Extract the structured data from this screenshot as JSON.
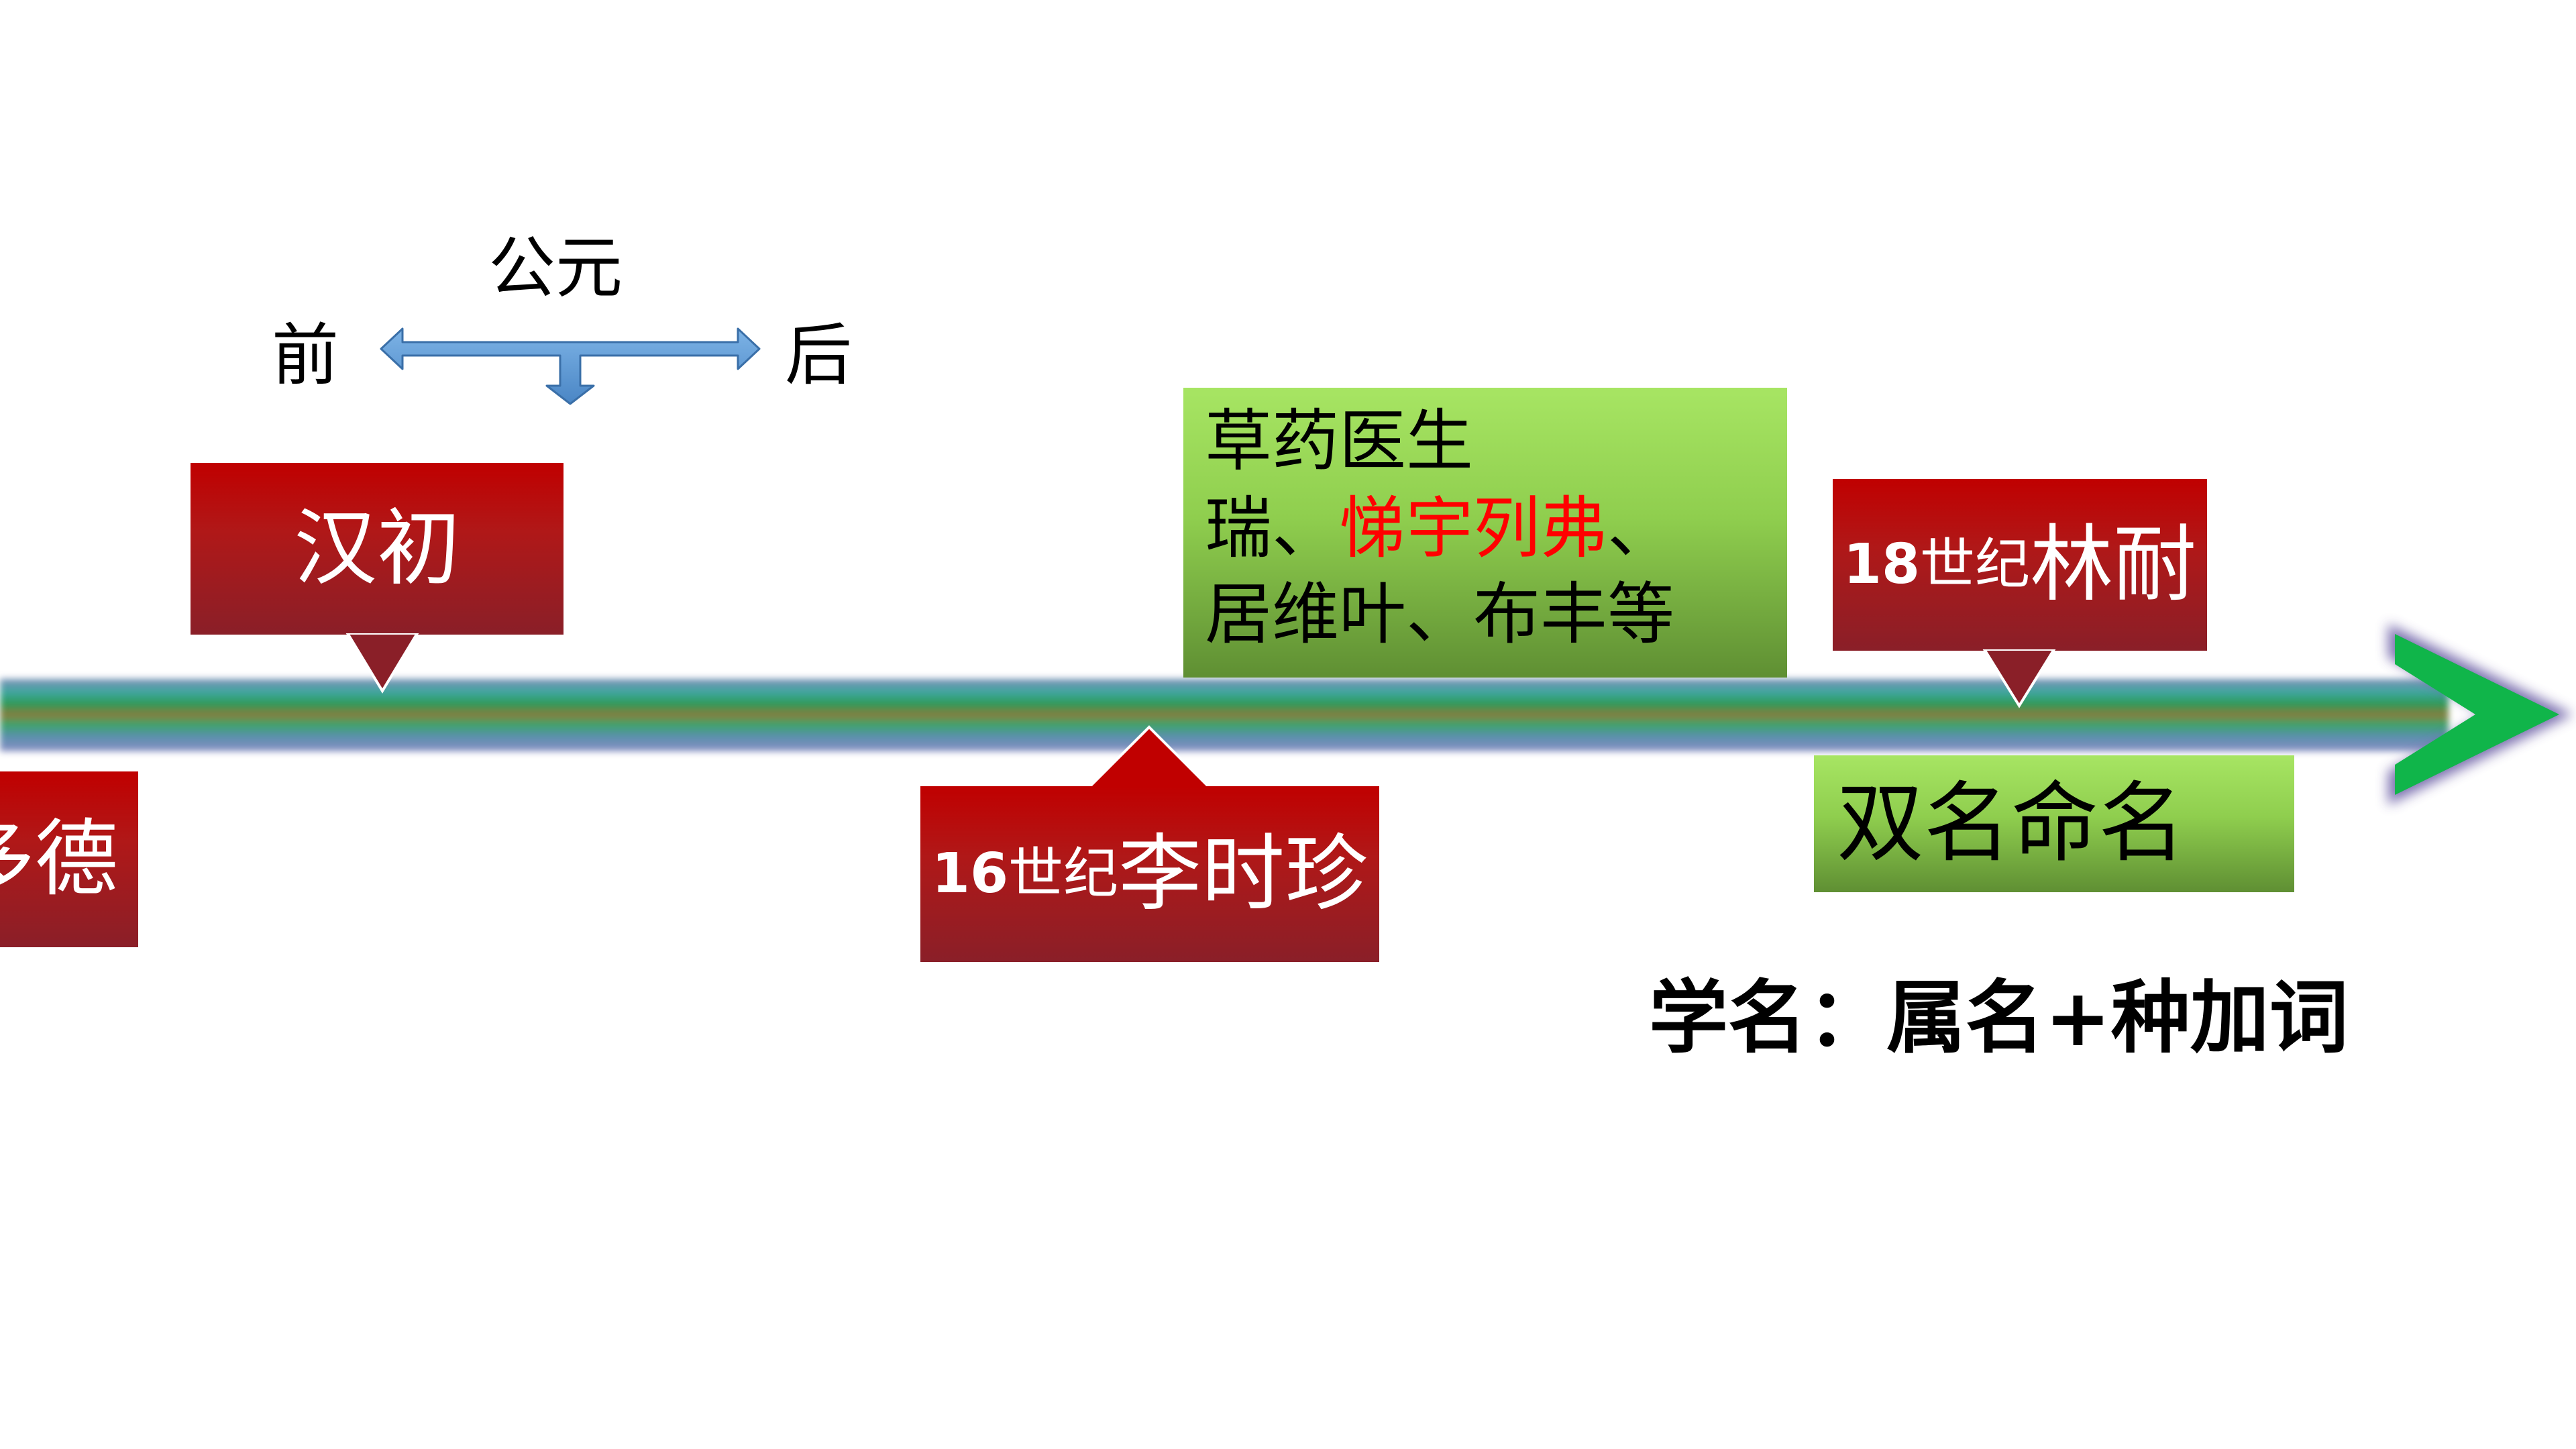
{
  "era": {
    "label": "公元",
    "before": "前",
    "after": "后"
  },
  "events": [
    {
      "id": "aristotle",
      "label_partial": "多德"
    },
    {
      "id": "early-han",
      "label": "汉初"
    },
    {
      "id": "li-shizhen",
      "century": "16",
      "century_suffix": "世纪",
      "name": "李时珍"
    },
    {
      "id": "linnaeus",
      "century": "18",
      "century_suffix": "世纪",
      "name": "林耐"
    }
  ],
  "herbalists": {
    "title": "草药医生",
    "line2_prefix": "瑞、",
    "line2_highlight": "悌宇列弗",
    "line2_suffix": "、",
    "line3": "居维叶、布丰等"
  },
  "binomial": {
    "label": "双名命名"
  },
  "formula": {
    "text": "学名：属名+种加词"
  },
  "colors": {
    "red_box": "#c00000",
    "green_box": "#92d050",
    "highlight_text": "#ff0000",
    "era_arrow": "#5b9bd5",
    "timeline_arrow_head": "#00b050"
  }
}
